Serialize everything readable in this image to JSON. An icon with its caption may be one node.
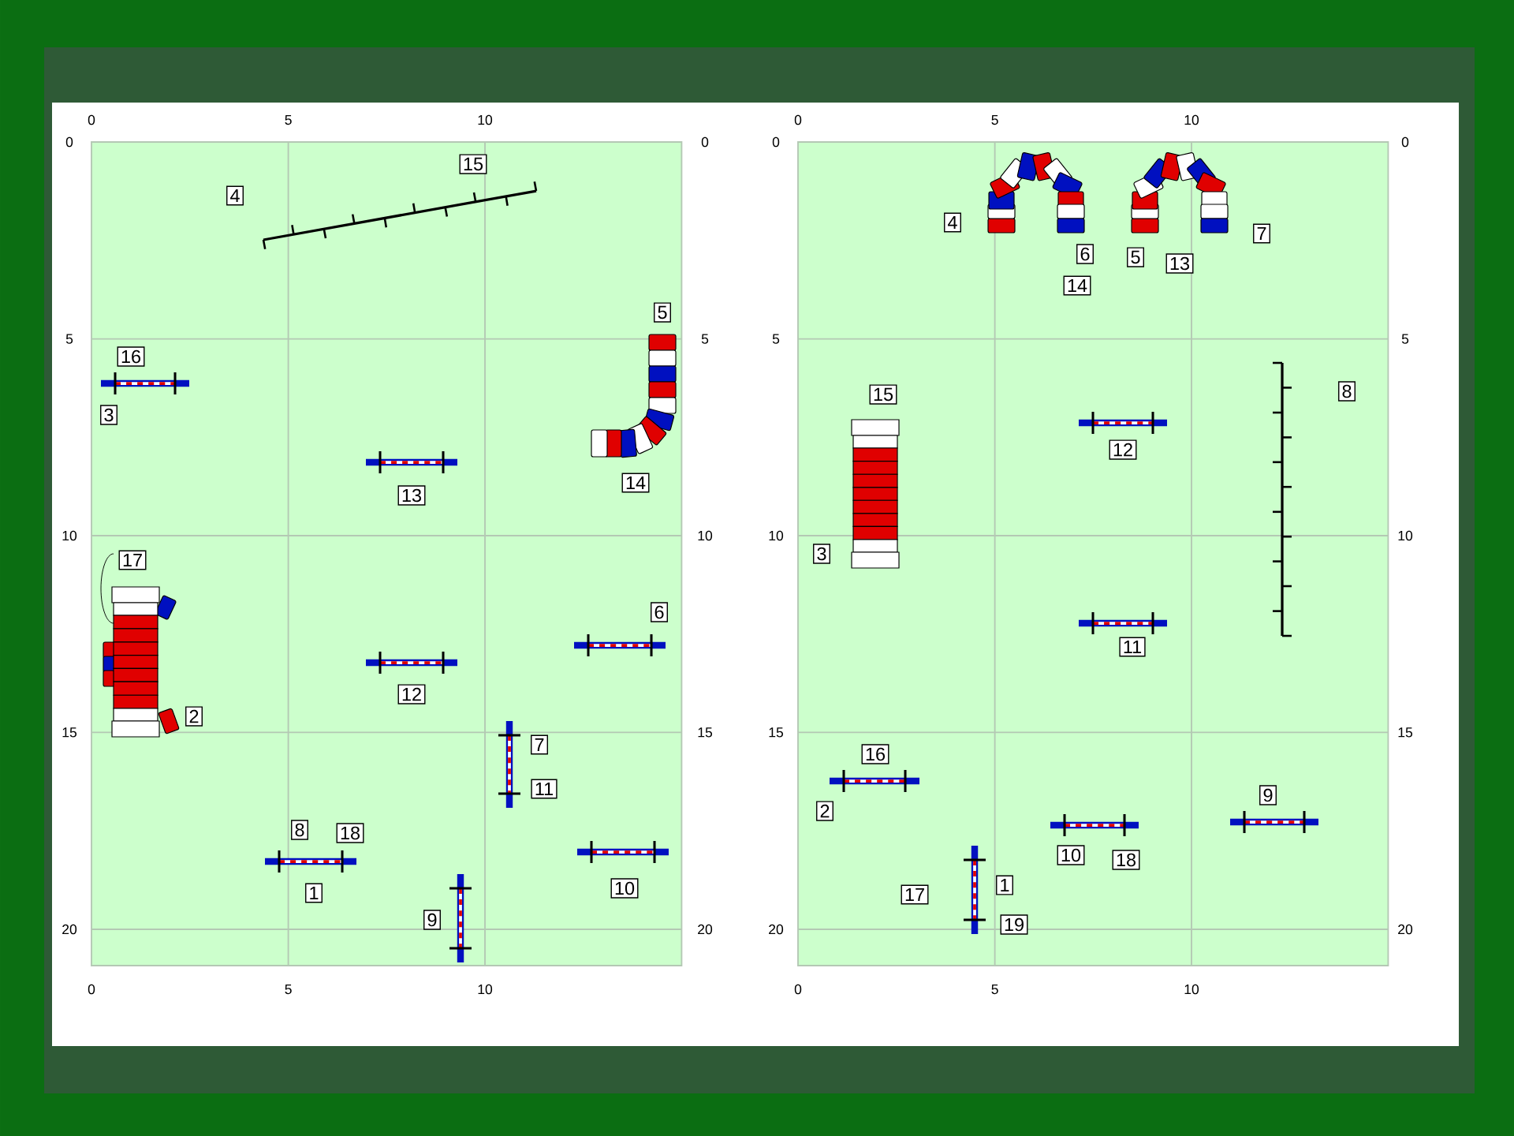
{
  "diagram": {
    "labels": [
      "0",
      "5",
      "10",
      "0",
      "5",
      "10",
      "15",
      "20",
      "0",
      "5",
      "10",
      "15",
      "20",
      "0",
      "5",
      "10",
      "15",
      "4",
      "5",
      "16",
      "3",
      "14",
      "13",
      "17",
      "6",
      "12",
      "2",
      "7",
      "11",
      "8",
      "18",
      "1",
      "10",
      "9",
      "0",
      "5",
      "10",
      "0",
      "5",
      "10",
      "15",
      "20",
      "0",
      "5",
      "10",
      "15",
      "20",
      "0",
      "5",
      "10",
      "4",
      "7",
      "6",
      "5",
      "13",
      "14",
      "15",
      "8",
      "12",
      "3",
      "11",
      "16",
      "9",
      "2",
      "10",
      "18",
      "1",
      "17",
      "19"
    ]
  }
}
